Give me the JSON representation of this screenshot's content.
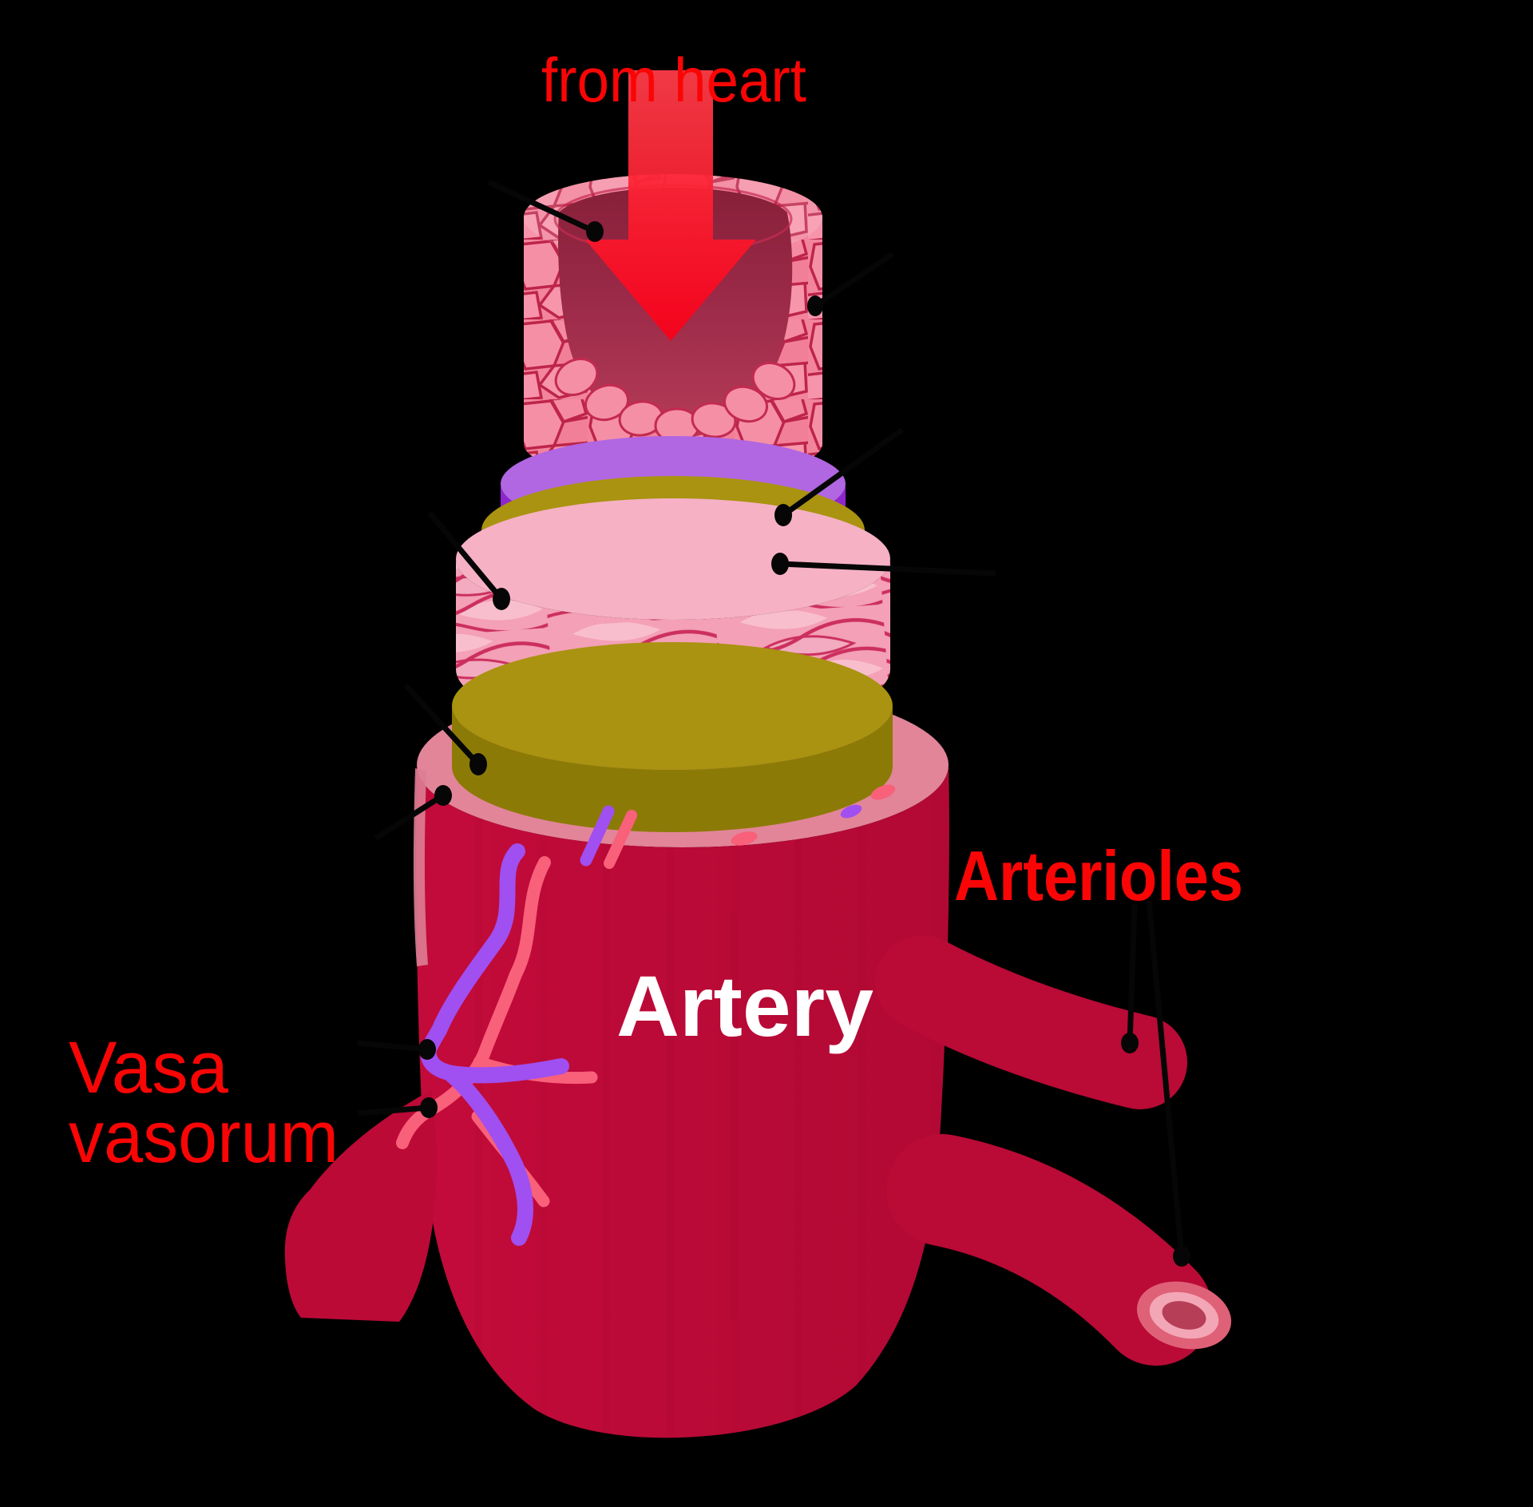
{
  "title": "Artery wall layers diagram",
  "labels": {
    "from_heart": "from heart",
    "artery": "Artery",
    "arterioles": "Arterioles",
    "vasa_line1": "Vasa",
    "vasa_line2": "vasorum"
  },
  "palette": {
    "background": "#000000",
    "artery_body_crimson": "#BC0A37",
    "adventitia_rim_pink": "#E28599",
    "olive_lamina_front": "#8C7A06",
    "olive_lamina_top": "#A99310",
    "elastic_lamina_purple_front": "#8F25CE",
    "elastic_lamina_purple_top": "#B166E2",
    "tunica_media_pink": "#F4A0B6",
    "media_strand_crimson": "#CC2F5F",
    "endothelium_pink": "#F2849C",
    "endothelium_cell_outline": "#BE2449",
    "lumen_dark_top": "#872039",
    "lumen_dark_bottom": "#B53C58",
    "arrow_red": "#F80019",
    "label_red": "#FA0505",
    "label_white": "#FFFFFF",
    "vasa_vasorum_purple": "#A04FF0",
    "vasa_vasorum_salmon": "#F9607A",
    "cut_end_ring_outer": "#DF6177",
    "cut_end_ring_inner": "#F3A6B6",
    "cut_end_lumen": "#B63E57",
    "callout_black": "#060606"
  }
}
